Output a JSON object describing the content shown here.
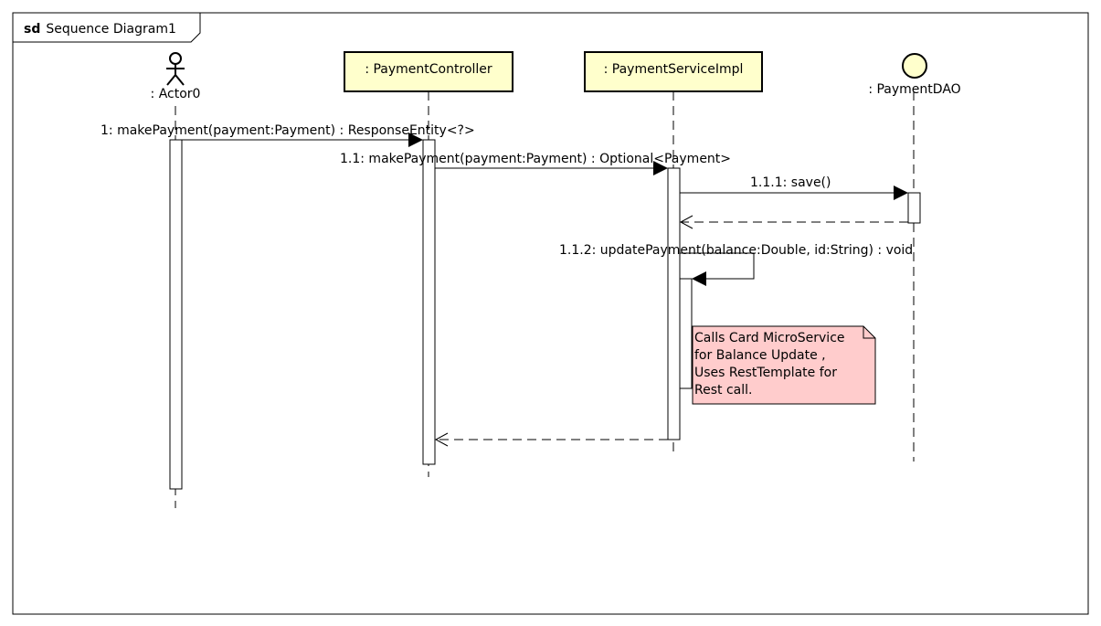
{
  "frame": {
    "keyword": "sd",
    "title": "Sequence Diagram1"
  },
  "participants": {
    "actor": {
      "label": ": Actor0"
    },
    "controller": {
      "label": ": PaymentController"
    },
    "service": {
      "label": ": PaymentServiceImpl"
    },
    "dao": {
      "label": ": PaymentDAO"
    }
  },
  "messages": {
    "m1": {
      "label": "1: makePayment(payment:Payment) : ResponseEntity<?>"
    },
    "m11": {
      "label": "1.1: makePayment(payment:Payment) : Optional<Payment>"
    },
    "m111": {
      "label": "1.1.1: save()"
    },
    "m112": {
      "label": "1.1.2: updatePayment(balance:Double, id:String) : void"
    }
  },
  "note": {
    "lines": [
      "Calls Card MicroService",
      "for Balance Update ,",
      "Uses RestTemplate for",
      "Rest call."
    ]
  },
  "colors": {
    "participant_fill": "#ffffcc",
    "entity_fill": "#ffffcc",
    "note_fill": "#ffcccc",
    "line": "#000000"
  }
}
